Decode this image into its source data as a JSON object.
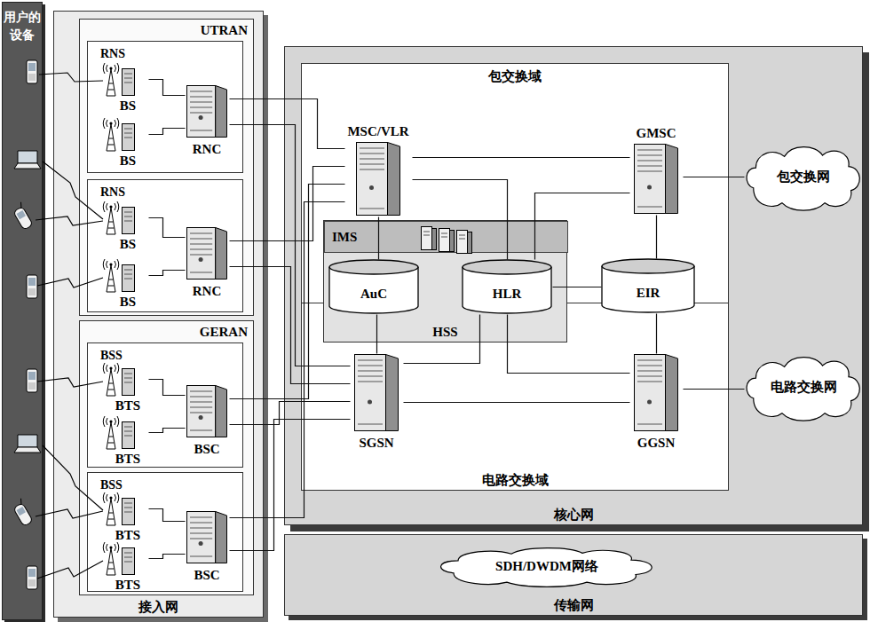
{
  "diagram": {
    "nodes": [
      {
        "text": [
          "用户的 设备"
        ]
      },
      {
        "text": [
          "接入网"
        ]
      },
      {
        "text": [
          "UTRAN"
        ],
        "in": 1
      },
      {
        "text": [
          "RNS"
        ],
        "in": 2
      },
      {
        "text": [
          "BS"
        ],
        "in": 3
      },
      {
        "text": [
          "BS"
        ],
        "in": 3
      },
      {
        "text": [
          "RNC"
        ],
        "in": 3
      },
      {
        "text": [
          "RNS"
        ],
        "in": 2
      },
      {
        "text": [
          "BS"
        ],
        "in": 7
      },
      {
        "text": [
          "BS"
        ],
        "in": 7
      },
      {
        "text": [
          "RNC"
        ],
        "in": 7
      },
      {
        "text": [
          "GERAN"
        ],
        "in": 1
      },
      {
        "text": [
          "BSS"
        ],
        "in": 11
      },
      {
        "text": [
          "BTS"
        ],
        "in": 12
      },
      {
        "text": [
          "BTS"
        ],
        "in": 12
      },
      {
        "text": [
          "BSC"
        ],
        "in": 12
      },
      {
        "text": [
          "BSS"
        ],
        "in": 11
      },
      {
        "text": [
          "BTS"
        ],
        "in": 16
      },
      {
        "text": [
          "BTS"
        ],
        "in": 16
      },
      {
        "text": [
          "BSC"
        ],
        "in": 16
      },
      {
        "text": [
          "核心网"
        ]
      },
      {
        "text": [
          "包交换域"
        ],
        "in": 20
      },
      {
        "text": [
          "MSC/VLR"
        ],
        "in": 21
      },
      {
        "text": [
          "GMSC"
        ],
        "in": 21
      },
      {
        "text": [
          "电路交换域"
        ],
        "in": 20
      },
      {
        "text": [
          "SGSN"
        ],
        "in": 24
      },
      {
        "text": [
          "GGSN"
        ],
        "in": 24
      },
      {
        "text": [
          "HSS"
        ],
        "in": 20
      },
      {
        "text": [
          "IMS"
        ],
        "in": 27
      },
      {
        "text": [
          "AuC"
        ],
        "in": 27
      },
      {
        "text": [
          "HLR"
        ],
        "in": 27
      },
      {
        "text": [
          "EIR"
        ],
        "in": 20
      },
      {
        "text": [
          "包交换网"
        ]
      },
      {
        "text": [
          "电路交换网"
        ]
      },
      {
        "text": [
          "传输网"
        ]
      },
      {
        "text": [
          "SDH/DWDM网络"
        ],
        "in": 34
      }
    ],
    "edges": [
      {
        "from": 4,
        "to": 6,
        "arrow": "none"
      },
      {
        "from": 5,
        "to": 6,
        "arrow": "none"
      },
      {
        "from": 8,
        "to": 10,
        "arrow": "none"
      },
      {
        "from": 9,
        "to": 10,
        "arrow": "none"
      },
      {
        "from": 13,
        "to": 15,
        "arrow": "none"
      },
      {
        "from": 14,
        "to": 15,
        "arrow": "none"
      },
      {
        "from": 17,
        "to": 19,
        "arrow": "none"
      },
      {
        "from": 18,
        "to": 19,
        "arrow": "none"
      },
      {
        "from": 6,
        "to": 22,
        "arrow": "none"
      },
      {
        "from": 6,
        "to": 25,
        "arrow": "none"
      },
      {
        "from": 10,
        "to": 22,
        "arrow": "none"
      },
      {
        "from": 10,
        "to": 25,
        "arrow": "none"
      },
      {
        "from": 15,
        "to": 22,
        "arrow": "none"
      },
      {
        "from": 15,
        "to": 25,
        "arrow": "none"
      },
      {
        "from": 19,
        "to": 22,
        "arrow": "none"
      },
      {
        "from": 19,
        "to": 25,
        "arrow": "none"
      },
      {
        "from": 22,
        "to": 23,
        "arrow": "none"
      },
      {
        "from": 22,
        "to": 29,
        "arrow": "none"
      },
      {
        "from": 22,
        "to": 30,
        "arrow": "none"
      },
      {
        "from": 23,
        "to": 30,
        "arrow": "none"
      },
      {
        "from": 23,
        "to": 32,
        "arrow": "none"
      },
      {
        "from": 23,
        "to": 31,
        "arrow": "none"
      },
      {
        "from": 30,
        "to": 31,
        "arrow": "none"
      },
      {
        "from": 25,
        "to": 26,
        "arrow": "none"
      },
      {
        "from": 25,
        "to": 29,
        "arrow": "none"
      },
      {
        "from": 25,
        "to": 30,
        "arrow": "none"
      },
      {
        "from": 30,
        "to": 26,
        "arrow": "none"
      },
      {
        "from": 26,
        "to": 33,
        "arrow": "none"
      },
      {
        "from": 26,
        "to": 31,
        "arrow": "none"
      }
    ]
  }
}
